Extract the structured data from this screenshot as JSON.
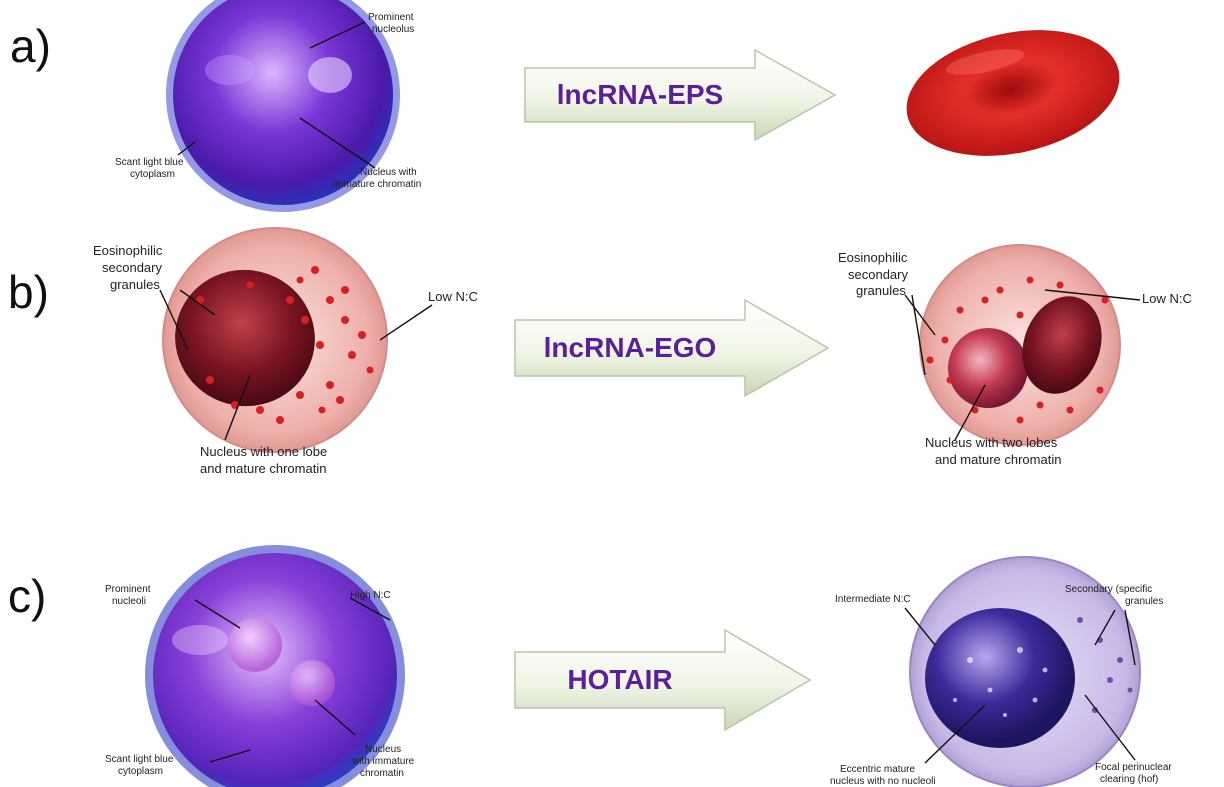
{
  "colors": {
    "arrow_text": "#5a1f9c",
    "blast_purple": "#6a2fc0",
    "rbc_red": "#cc1d1d",
    "eosin_pink": "#e9a3a0",
    "granule_red": "#d92020"
  },
  "panels": [
    {
      "letter": "a)",
      "transition_label": "lncRNA-EPS",
      "left_cell": {
        "labels": [
          "Prominent",
          "nucleolus",
          "Scant light blue",
          "cytoplasm",
          "Nucleus with",
          "immature chromatin"
        ]
      },
      "right_cell": {
        "labels": []
      }
    },
    {
      "letter": "b)",
      "transition_label": "lncRNA-EGO",
      "left_cell": {
        "labels": [
          "Eosinophilic",
          "secondary",
          "granules",
          "Low N:C",
          "Nucleus with one lobe",
          "and mature chromatin"
        ]
      },
      "right_cell": {
        "labels": [
          "Eosinophilic",
          "secondary",
          "granules",
          "Low N:C",
          "Nucleus with two lobes",
          "and mature chromatin"
        ]
      }
    },
    {
      "letter": "c)",
      "transition_label": "HOTAIR",
      "left_cell": {
        "labels": [
          "Prominent",
          "nucleoli",
          "High N:C",
          "Scant light blue",
          "cytoplasm",
          "Nucleus",
          "with immature",
          "chromatin"
        ]
      },
      "right_cell": {
        "labels": [
          "Intermediate N:C",
          "Secondary (specific",
          "granules",
          "Eccentric mature",
          "nucleus with no nucleoli",
          "Focal perinuclear",
          "clearing (hof)"
        ]
      }
    }
  ]
}
